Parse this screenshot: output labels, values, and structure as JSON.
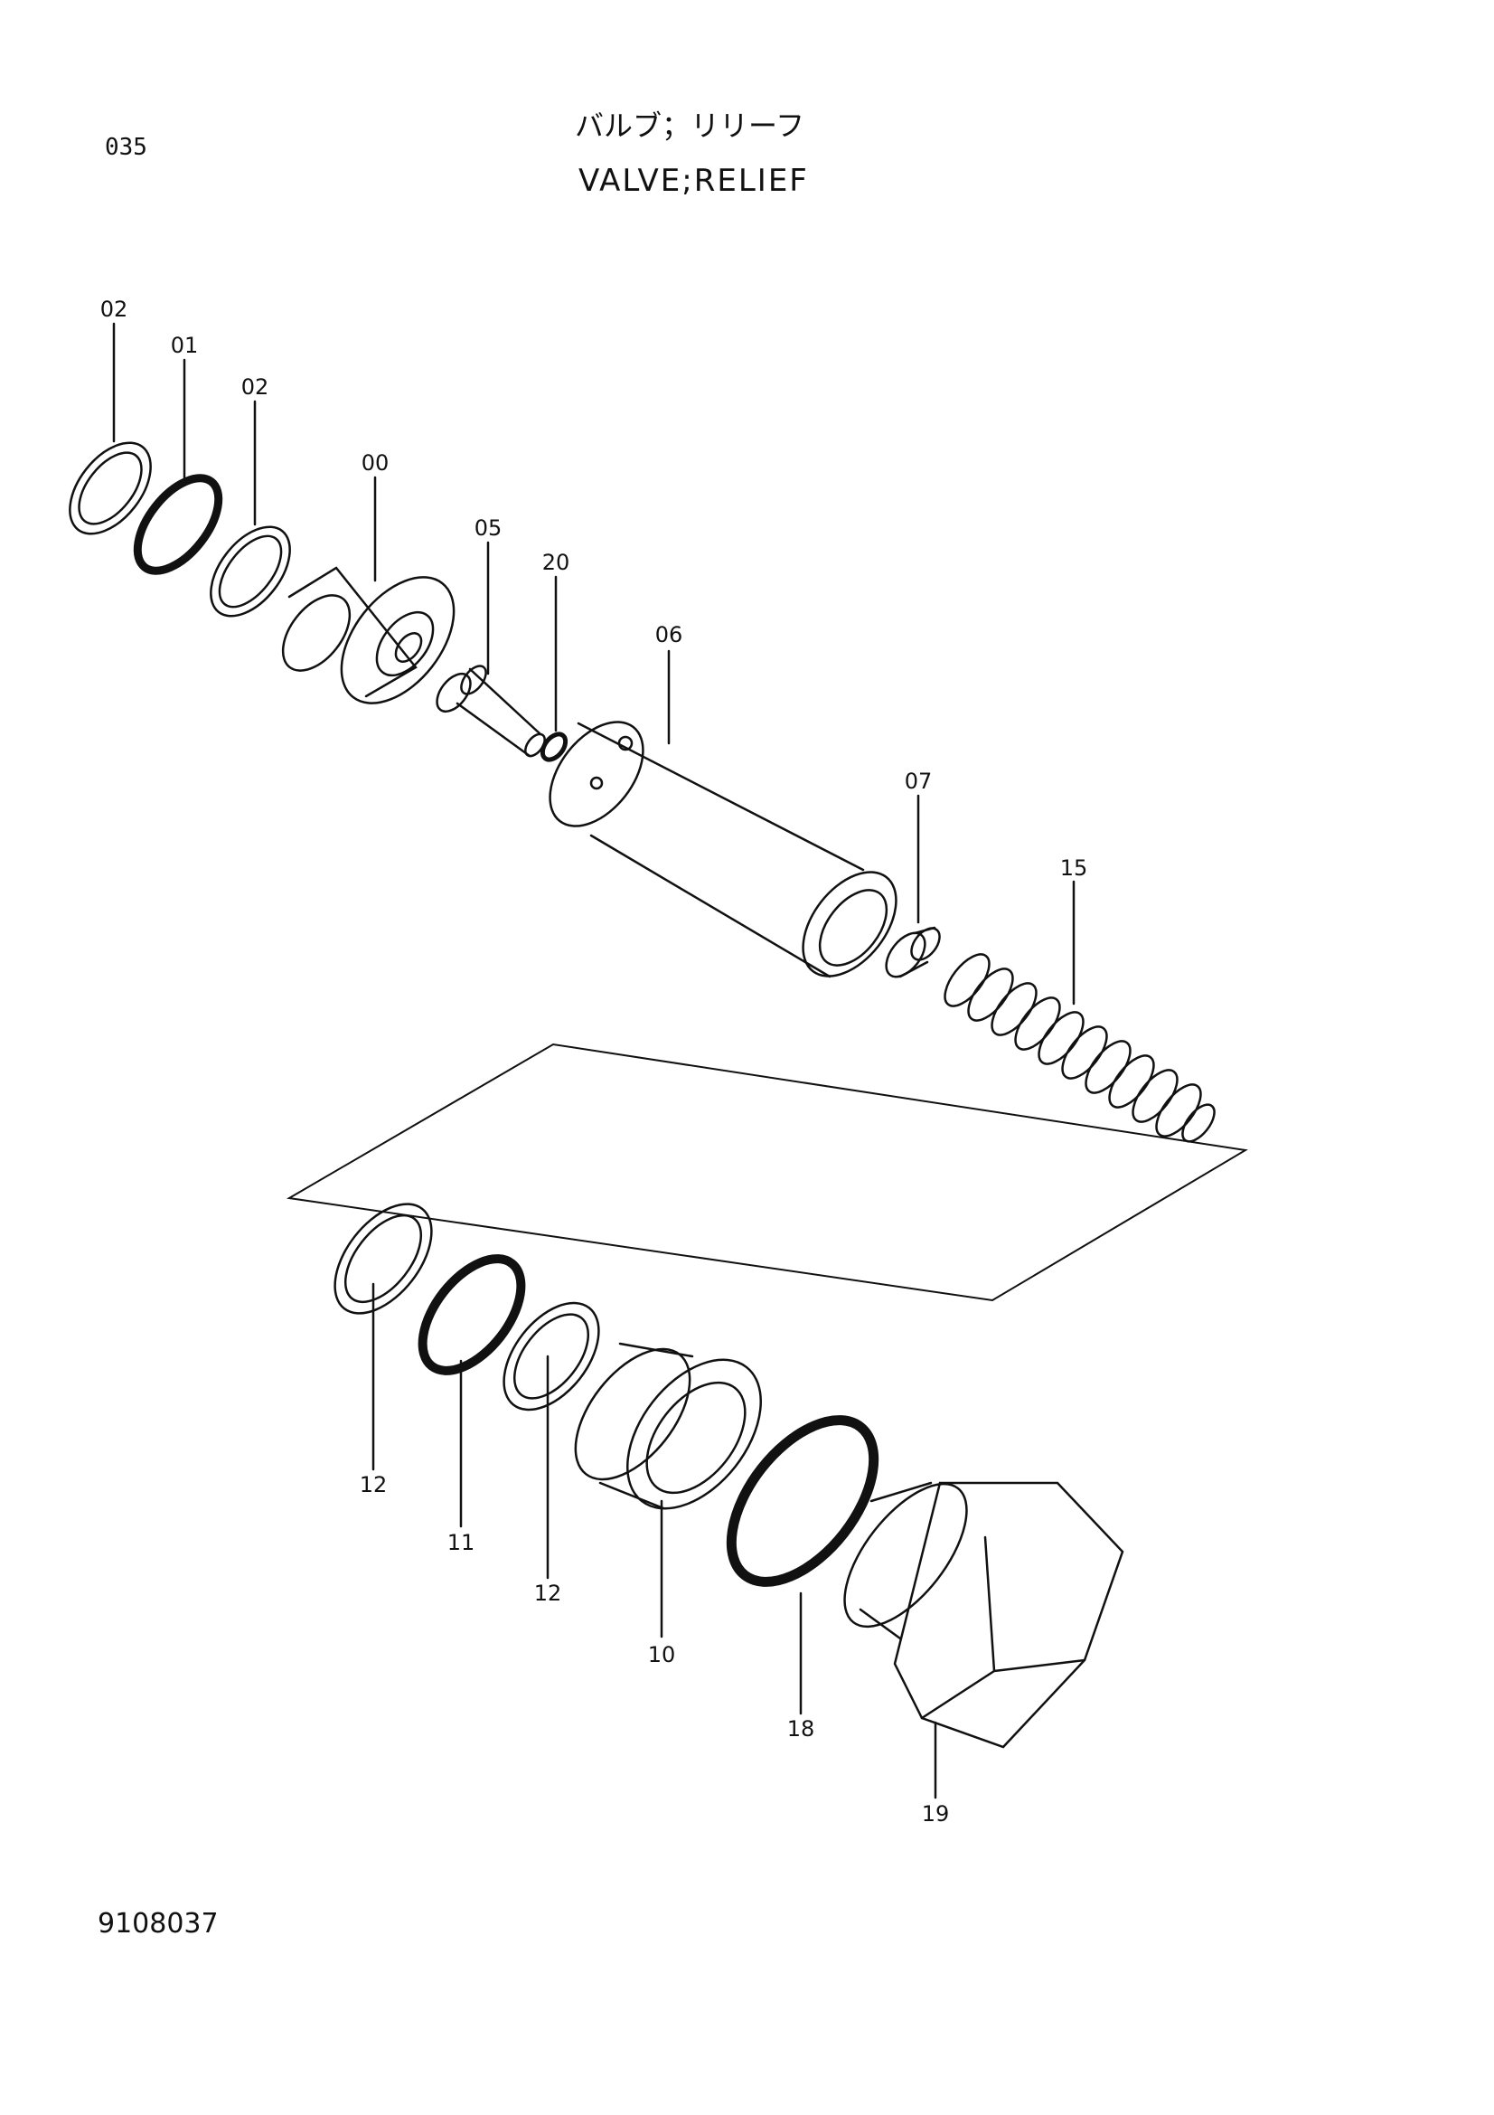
{
  "header": {
    "page_number": "035",
    "title_jp": "バルブ；リリーフ",
    "title_en": "VALVE;RELIEF"
  },
  "footer": {
    "drawing_number": "9108037"
  },
  "callouts": {
    "c02a": "02",
    "c01": "01",
    "c02b": "02",
    "c00": "00",
    "c05": "05",
    "c20": "20",
    "c06": "06",
    "c07": "07",
    "c15": "15",
    "c12a": "12",
    "c11": "11",
    "c12b": "12",
    "c10": "10",
    "c18": "18",
    "c19": "19"
  }
}
